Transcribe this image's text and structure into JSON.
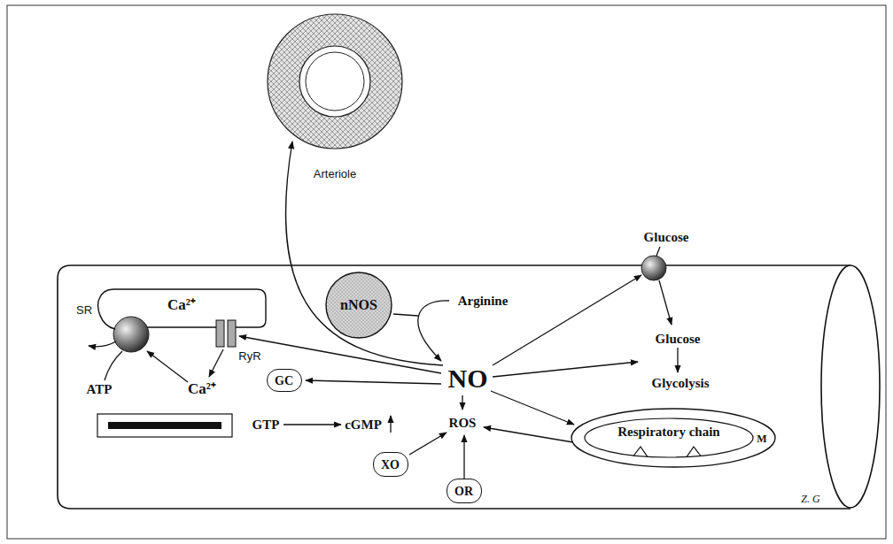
{
  "diagram": {
    "nodes": [
      {
        "text": [
          "Arteriole"
        ]
      },
      {
        "text": [
          "SR",
          "Ca²⁺"
        ]
      },
      {
        "text": [
          "nNOS"
        ]
      },
      {
        "text": [
          "GC"
        ]
      },
      {
        "text": [
          "XO"
        ]
      },
      {
        "text": [
          "OR"
        ]
      },
      {
        "text": [
          "Respiratory chain",
          "M"
        ]
      }
    ],
    "labels": [
      "Glucose",
      "Arginine",
      "NO",
      "Glucose",
      "Glycolysis",
      "ATP",
      "RyR",
      "Ca²⁺",
      "GTP",
      "cGMP",
      "ROS",
      "Z. G"
    ]
  }
}
